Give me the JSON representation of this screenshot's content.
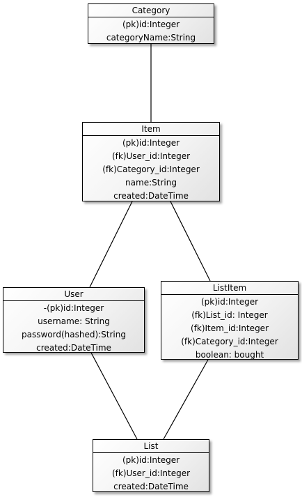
{
  "entities": {
    "category": {
      "name": "Category",
      "attributes": [
        "(pk)id:Integer",
        "categoryName:String"
      ]
    },
    "item": {
      "name": "Item",
      "attributes": [
        "(pk)id:Integer",
        "(fk)User_id:Integer",
        "(fk)Category_id:Integer",
        "name:String",
        "created:DateTime"
      ]
    },
    "user": {
      "name": "User",
      "attributes": [
        "-(pk)id:Integer",
        "username: String",
        "password(hashed):String",
        "created:DateTime"
      ]
    },
    "listitem": {
      "name": "ListItem",
      "attributes": [
        "(pk)id:Integer",
        "(fk)List_id: Integer",
        "(fk)Item_id:Integer",
        "(fk)Category_id:Integer",
        "boolean: bought"
      ]
    },
    "list": {
      "name": "List",
      "attributes": [
        "(pk)id:Integer",
        "(fk)User_id:Integer",
        "created:DateTime"
      ]
    }
  },
  "relationships": [
    {
      "from": "category",
      "to": "item"
    },
    {
      "from": "item",
      "to": "user"
    },
    {
      "from": "item",
      "to": "listitem"
    },
    {
      "from": "user",
      "to": "list"
    },
    {
      "from": "listitem",
      "to": "list"
    }
  ]
}
